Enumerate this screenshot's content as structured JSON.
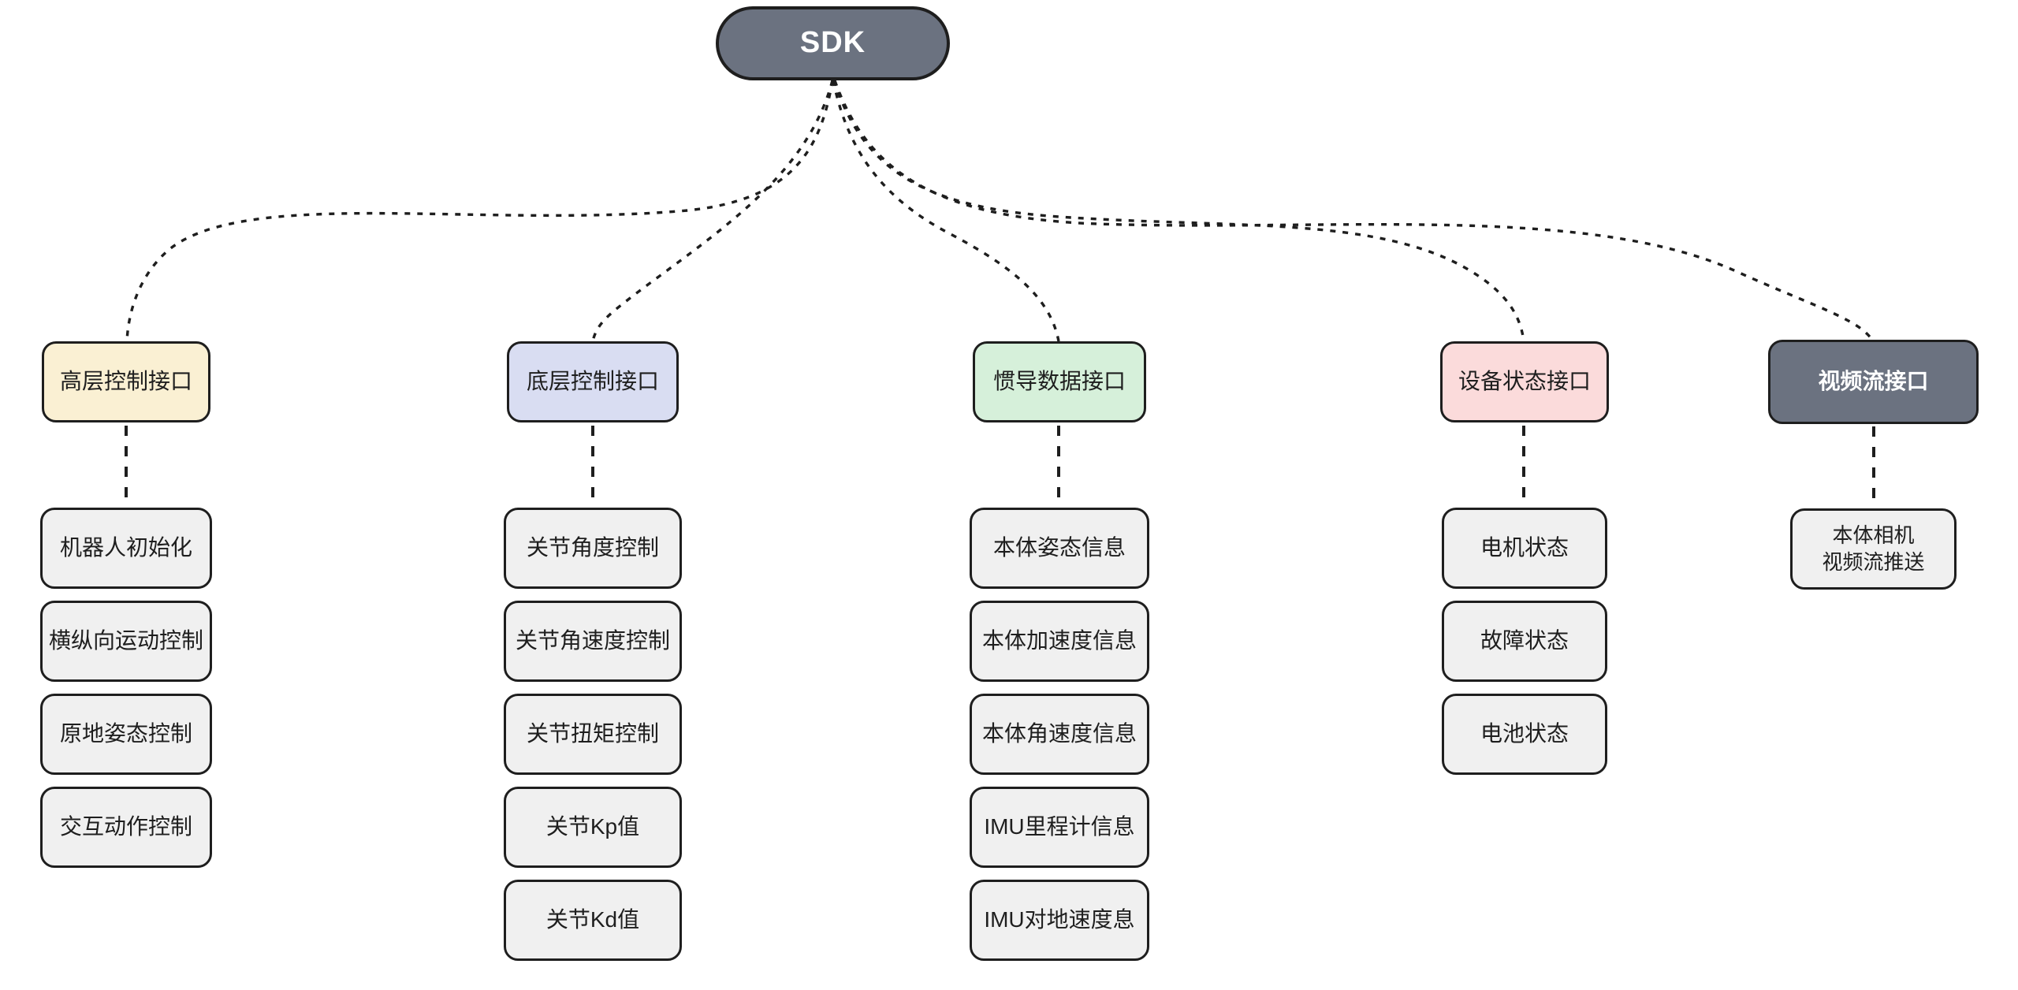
{
  "diagram": {
    "root": {
      "label": "SDK",
      "fill": "#6b7280",
      "text_color": "#ffffff"
    },
    "branches": [
      {
        "label": "高层控制接口",
        "fill": "#faf0d3",
        "text_color": "#1e1e1e",
        "children": [
          "机器人初始化",
          "横纵向运动控制",
          "原地姿态控制",
          "交互动作控制"
        ]
      },
      {
        "label": "底层控制接口",
        "fill": "#d9ddf2",
        "text_color": "#1e1e1e",
        "children": [
          "关节角度控制",
          "关节角速度控制",
          "关节扭矩控制",
          "关节Kp值",
          "关节Kd值"
        ]
      },
      {
        "label": "惯导数据接口",
        "fill": "#d6f0da",
        "text_color": "#1e1e1e",
        "children": [
          "本体姿态信息",
          "本体加速度信息",
          "本体角速度信息",
          "IMU里程计信息",
          "IMU对地速度息"
        ]
      },
      {
        "label": "设备状态接口",
        "fill": "#fbdbdb",
        "text_color": "#1e1e1e",
        "children": [
          "电机状态",
          "故障状态",
          "电池状态"
        ]
      },
      {
        "label": "视频流接口",
        "fill": "#6b7280",
        "text_color": "#ffffff",
        "children": [
          "本体相机\n视频流推送"
        ]
      }
    ],
    "style": {
      "line_color": "#1e1e1e",
      "child_fill": "#f0f0f0",
      "background": "#ffffff",
      "line_style": "dashed"
    }
  }
}
